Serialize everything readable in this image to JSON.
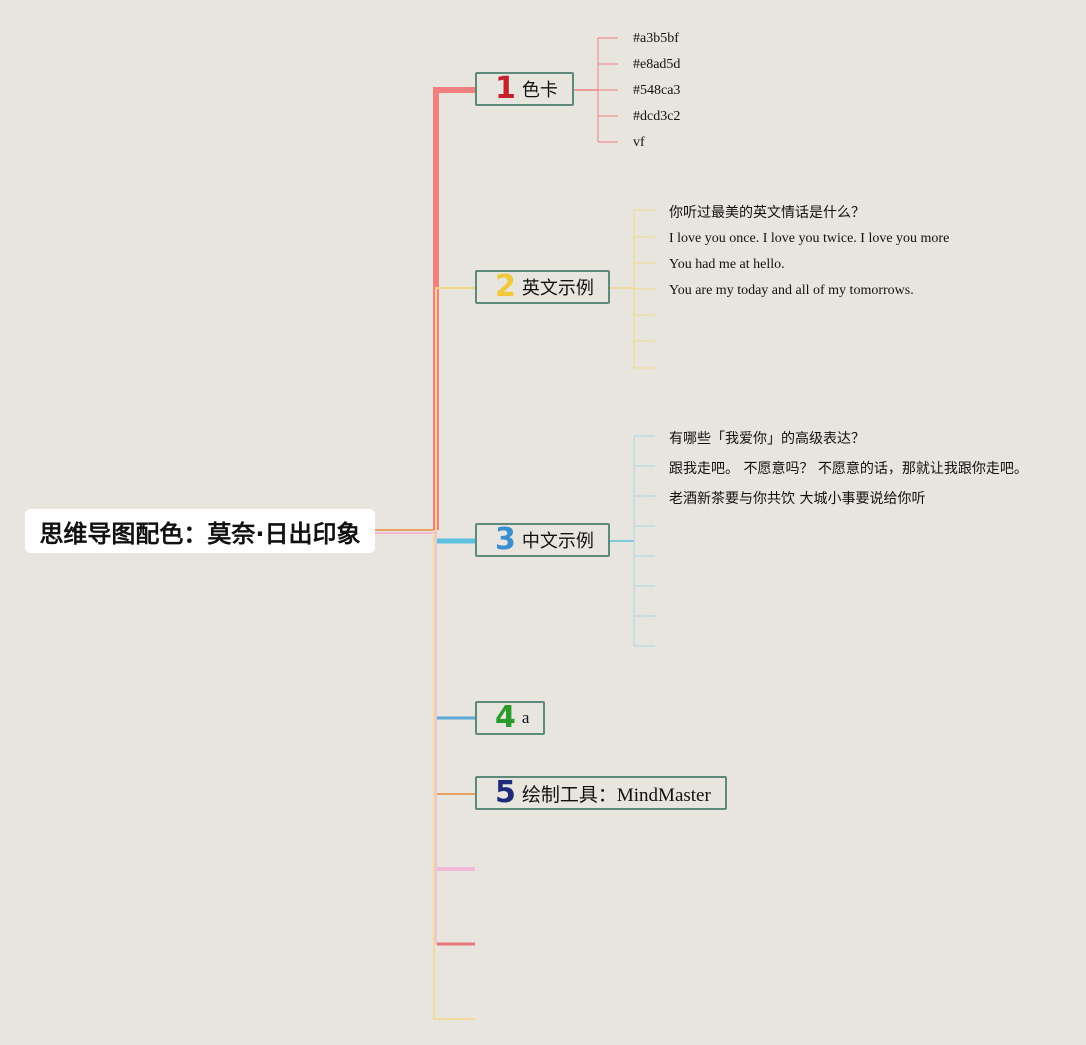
{
  "root": {
    "title": "思维导图配色：莫奈·日出印象"
  },
  "branches": [
    {
      "number": "1",
      "label": "色卡",
      "num_color": "#c4222c"
    },
    {
      "number": "2",
      "label": "英文示例",
      "num_color": "#f0c838"
    },
    {
      "number": "3",
      "label": "中文示例",
      "num_color": "#3b8fce"
    },
    {
      "number": "4",
      "label": "a",
      "num_color": "#2a9a2a"
    },
    {
      "number": "5",
      "label": "绘制工具：MindMaster",
      "num_color": "#1f2a7a"
    }
  ],
  "color_card": [
    "#a3b5bf",
    "#e8ad5d",
    "#548ca3",
    "#dcd3c2",
    "vf"
  ],
  "english_examples": [
    "你听过最美的英文情话是什么？",
    "I love you once. I love you twice. I love you more",
    "You had me at hello.",
    "You are my today and all of my tomorrows."
  ],
  "chinese_examples": [
    "有哪些「我爱你」的高级表达？",
    "跟我走吧。 不愿意吗？ 不愿意的话，那就让我跟你走吧。",
    "老酒新茶要与你共饮 大城小事要说给你听"
  ],
  "palette": {
    "red": "#f08080",
    "yellow": "#f5d78a",
    "blue": "#5bc0de",
    "steel": "#5aa8d6",
    "orange": "#e8a060",
    "pink": "#f2b8d8",
    "coral": "#e8737a",
    "border": "#5e8a7c"
  }
}
